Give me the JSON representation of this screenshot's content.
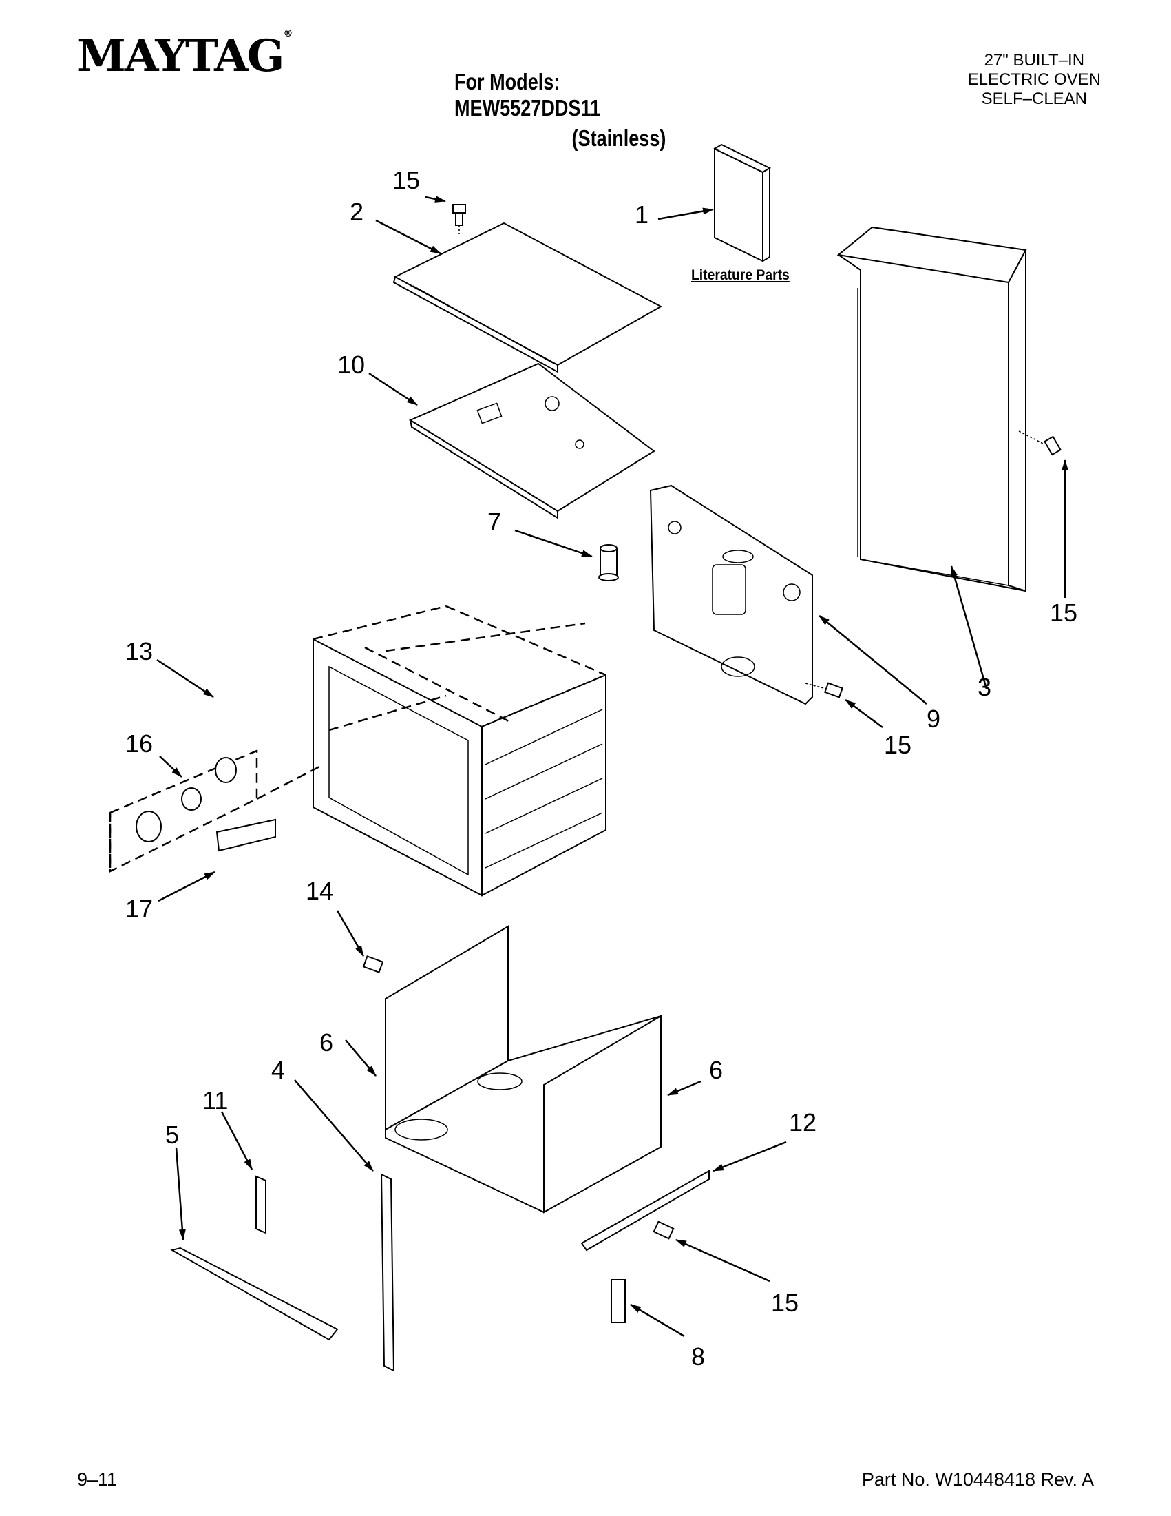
{
  "header": {
    "brand": "MAYTAG",
    "brand_mark": "®",
    "models_line1": "For Models: MEW5527DDS11",
    "models_line2": "(Stainless)",
    "product_line1": "27\" BUILT–IN",
    "product_line2": "ELECTRIC OVEN",
    "product_line3": "SELF–CLEAN"
  },
  "diagram": {
    "literature_label": "Literature Parts",
    "callouts": [
      "15",
      "2",
      "1",
      "10",
      "7",
      "3",
      "15",
      "9",
      "15",
      "13",
      "16",
      "17",
      "14",
      "6",
      "6",
      "4",
      "11",
      "5",
      "12",
      "15",
      "8"
    ]
  },
  "footer": {
    "left": "9–11",
    "right": "Part No. W10448418 Rev. A"
  }
}
